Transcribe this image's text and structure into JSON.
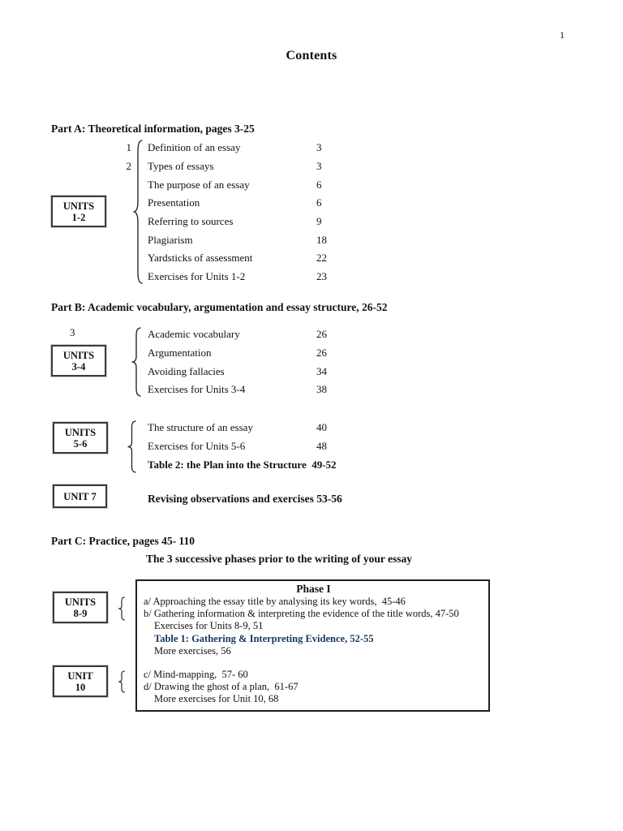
{
  "page": {
    "number": "1",
    "title": "Contents"
  },
  "colors": {
    "table1_navy": "#17365d",
    "text": "#111111"
  },
  "part_a": {
    "heading": "Part A: Theoretical information, pages 3-25",
    "margin_numbers": [
      "1",
      "2"
    ],
    "unit_box": {
      "line1": "UNITS",
      "line2": "1-2"
    },
    "items": [
      {
        "label": "Definition of an essay",
        "page": "3"
      },
      {
        "label": "Types of essays",
        "page": "3"
      },
      {
        "label": "The purpose of an essay",
        "page": "6"
      },
      {
        "label": "Presentation",
        "page": "6"
      },
      {
        "label": "Referring to sources",
        "page": "9"
      },
      {
        "label": "Plagiarism",
        "page": "18"
      },
      {
        "label": "Yardsticks of assessment",
        "page": "22"
      },
      {
        "label": "Exercises for Units 1-2",
        "page": "23"
      }
    ]
  },
  "part_b": {
    "heading": "Part B: Academic vocabulary, argumentation and essay structure, 26-52",
    "margin_number": "3",
    "units_34_box": {
      "line1": "UNITS",
      "line2": "3-4"
    },
    "items_34": [
      {
        "label": "Academic vocabulary",
        "page": "26"
      },
      {
        "label": "Argumentation",
        "page": "26"
      },
      {
        "label": "Avoiding fallacies",
        "page": "34"
      },
      {
        "label": "Exercises for Units 3-4",
        "page": "38"
      }
    ],
    "units_56_box": {
      "line1": "UNITS",
      "line2": "5-6"
    },
    "items_56": [
      {
        "label": "The structure of an essay",
        "page": "40"
      },
      {
        "label": "Exercises for Units 5-6",
        "page": "48"
      }
    ],
    "table2_line": "Table 2: the Plan into the Structure  49-52",
    "unit7_box": {
      "line1": "UNIT 7"
    },
    "unit7_line": "Revising observations and exercises 53-56"
  },
  "part_c": {
    "heading": "Part C: Practice, pages 45- 110",
    "subheading": "The 3 successive phases prior to the writing of your essay",
    "units_89_box": {
      "line1": "UNITS",
      "line2": "8-9"
    },
    "unit10_box": {
      "line1": "UNIT",
      "line2": "10"
    },
    "phase_box": {
      "title": "Phase I",
      "line_a": "a/ Approaching the essay title by analysing its key words,  45-46",
      "line_b": "b/ Gathering information & interpreting the evidence of the title words, 47-50",
      "line_ex89": "Exercises for Units 8-9, 51",
      "line_table1": "Table 1: Gathering & Interpreting Evidence, 52-55",
      "line_more56": "More exercises, 56",
      "line_c": "c/ Mind-mapping,  57- 60",
      "line_d": "d/ Drawing the ghost of a plan,  61-67",
      "line_more68": "More exercises for Unit 10, 68"
    }
  }
}
